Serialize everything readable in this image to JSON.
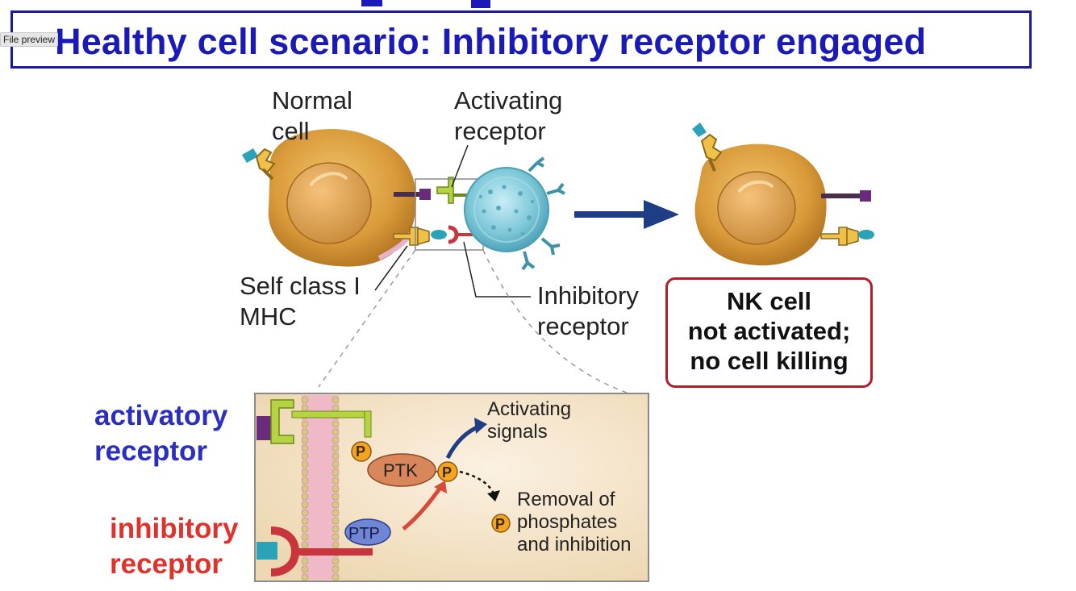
{
  "header": {
    "file_preview": "File preview",
    "title": "Healthy cell scenario: Inhibitory receptor engaged"
  },
  "labels": {
    "normal_cell": [
      "Normal",
      "cell"
    ],
    "activating_receptor": [
      "Activating",
      "receptor"
    ],
    "self_class_mhc": [
      "Self class I",
      "MHC"
    ],
    "inhibitory_receptor": [
      "Inhibitory",
      "receptor"
    ]
  },
  "outcome": [
    "NK cell",
    "not activated;",
    "no cell killing"
  ],
  "inset": {
    "p": "P",
    "ptk": "PTK",
    "ptp": "PTP",
    "activating_signals": [
      "Activating",
      "signals"
    ],
    "removal": [
      "Removal of",
      "phosphates",
      "and inhibition"
    ]
  },
  "side_labels": {
    "activatory": [
      "activatory",
      "receptor"
    ],
    "inhibitory": [
      "inhibitory",
      "receptor"
    ]
  },
  "colors": {
    "title_blue": "#1a1ab8",
    "activatory_blue": "#2a2fbf",
    "inhibitory_red": "#e0322a",
    "outcome_border": "#b01e2a",
    "arrow_navy": "#1f3d86"
  }
}
